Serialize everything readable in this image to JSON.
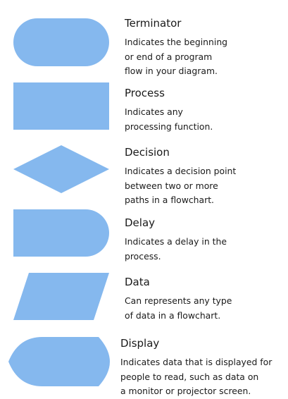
{
  "colors": {
    "shape_fill": "#85B8EE",
    "text": "#1a1a1a"
  },
  "shapes": [
    {
      "id": "terminator",
      "title": "Terminator",
      "lines": [
        "Indicates the beginning",
        "or end of a program",
        "flow in your diagram."
      ]
    },
    {
      "id": "process",
      "title": "Process",
      "lines": [
        "Indicates any",
        "processing function."
      ]
    },
    {
      "id": "decision",
      "title": "Decision",
      "lines": [
        "Indicates a decision point",
        "between two or more",
        "paths in a flowchart."
      ]
    },
    {
      "id": "delay",
      "title": "Delay",
      "lines": [
        "Indicates a delay in the",
        "process."
      ]
    },
    {
      "id": "data",
      "title": "Data",
      "lines": [
        "Can represents any type",
        "of data in a flowchart."
      ]
    },
    {
      "id": "display",
      "title": "Display",
      "lines": [
        "Indicates data that is displayed for",
        "people to read, such as data on",
        "a monitor or projector screen."
      ]
    }
  ]
}
